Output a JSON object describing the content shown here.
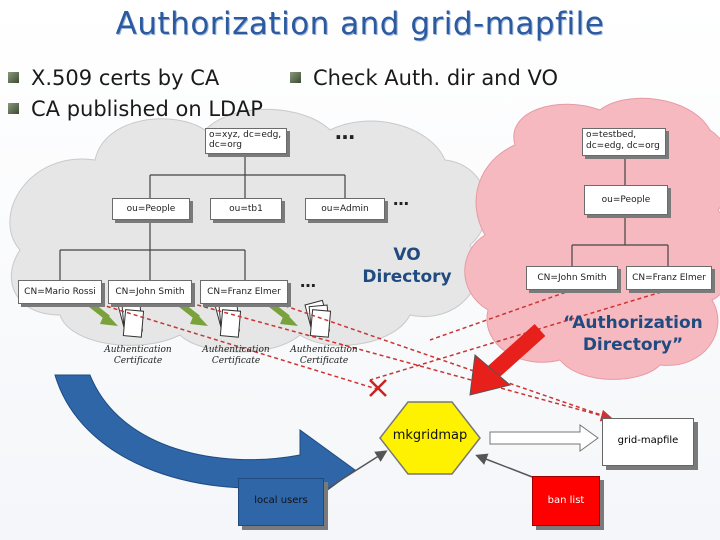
{
  "title": "Authorization and grid-mapfile",
  "bullets": {
    "certs": "X.509 certs by CA",
    "ldap": "CA published on LDAP",
    "check": "Check Auth. dir and VO"
  },
  "vo_tree": {
    "root": "o=xyz, dc=edg, dc=org",
    "ous": [
      "ou=People",
      "ou=tb1",
      "ou=Admin"
    ],
    "people": [
      "CN=Mario Rossi",
      "CN=John Smith",
      "CN=Franz Elmer"
    ]
  },
  "vo_label": "VO Directory",
  "certificate_label": "Authentication Certificate",
  "auth_tree": {
    "root": "o=testbed, dc=edg, dc=org",
    "ou": "ou=People",
    "people": [
      "CN=John Smith",
      "CN=Franz Elmer"
    ]
  },
  "auth_label": "“Authorization Directory”",
  "ellipsis": "…",
  "mkgridmap": "mkgridmap",
  "gridmapfile": "grid-mapfile",
  "local_users": "local users",
  "ban_list": "ban list",
  "colors": {
    "title": "#2c5aa0",
    "cloud": "#e6e6e6",
    "auth_cloud": "#f6b9c0",
    "mkgridmap": "#fff200",
    "ban_list": "#ff0000",
    "big_arrow": "#2e66a8",
    "red_arrow": "#e8201c",
    "dashed": "#cc3333"
  }
}
